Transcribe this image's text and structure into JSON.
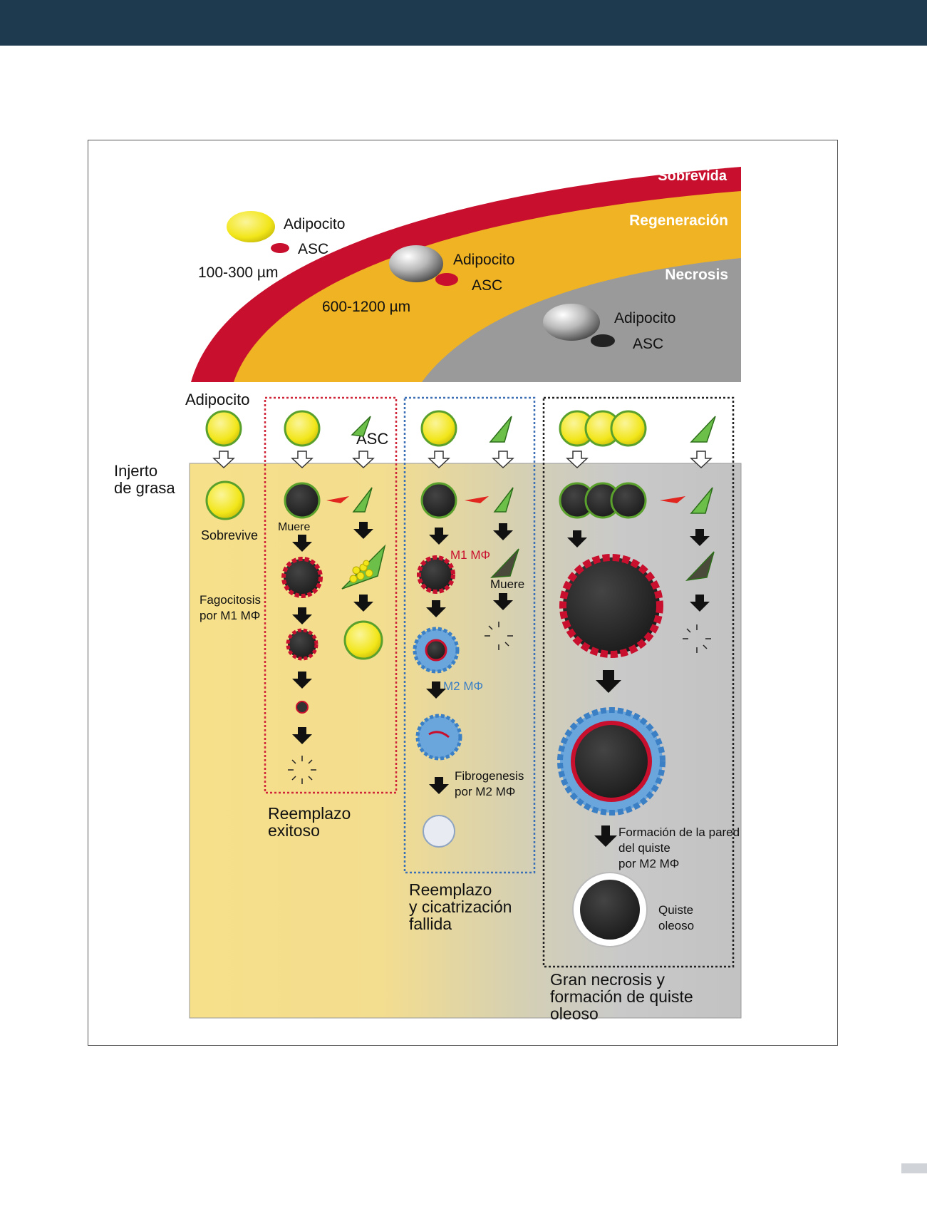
{
  "header": {
    "bar_color": "#1e3a4f"
  },
  "zones": {
    "survival": "Sobrevida",
    "regeneration": "Regeneración",
    "necrosis": "Necrosis",
    "colors": {
      "survival": "#c8102e",
      "regeneration": "#f0b323",
      "necrosis": "#9a9a9a"
    }
  },
  "top_cells": {
    "a_adipocyte": "Adipocito",
    "a_asc": "ASC",
    "a_size": "100-300 µm",
    "b_adipocyte": "Adipocito",
    "b_asc": "ASC",
    "b_size": "600-1200 µm",
    "c_adipocyte": "Adipocito",
    "c_asc": "ASC"
  },
  "lower": {
    "adipocyte_label": "Adipocito",
    "asc_label": "ASC",
    "graft_line1": "Injerto",
    "graft_line2": "de grasa",
    "survives": "Sobrevive",
    "dies": "Muere",
    "phago_line1": "Fagocitosis",
    "phago_line2": "por M1 MΦ",
    "m1": "M1 MΦ",
    "dies2": "Muere",
    "m2": "M2 MΦ",
    "fibro_line1": "Fibrogenesis",
    "fibro_line2": "por M2 MΦ",
    "wall_line1": "Formación de la pared",
    "wall_line2": "del quiste",
    "wall_line3": "por M2 MΦ",
    "cyst_line1": "Quiste",
    "cyst_line2": "oleoso"
  },
  "outcomes": {
    "success_line1": "Reemplazo",
    "success_line2": "exitoso",
    "failed_line1": "Reemplazo",
    "failed_line2": "y cicatrización",
    "failed_line3": "fallida",
    "necrosis_line1": "Gran necrosis y",
    "necrosis_line2": "formación de quiste",
    "necrosis_line3": "oleoso"
  }
}
